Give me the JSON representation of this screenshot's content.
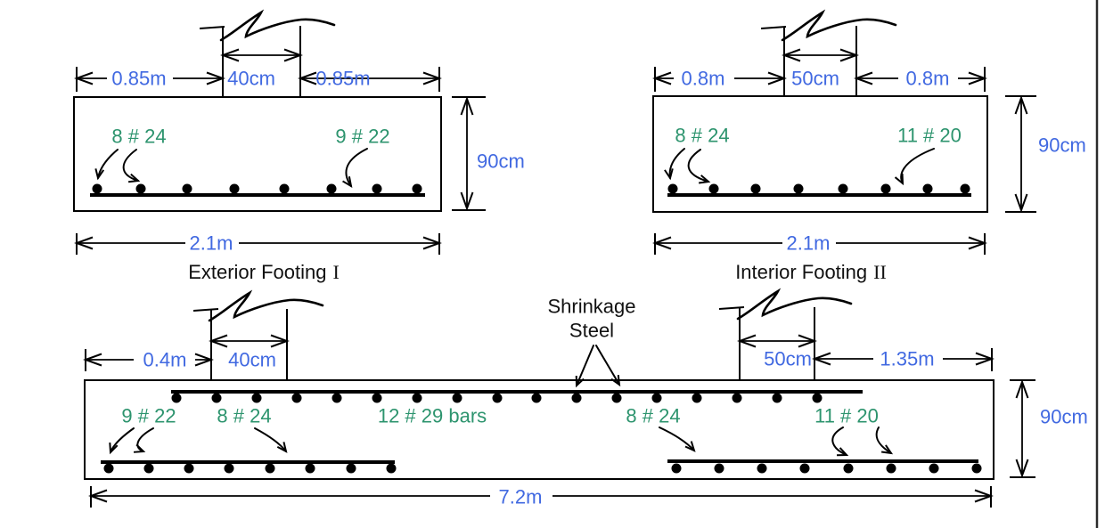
{
  "page": {
    "background": "#ffffff",
    "right_border_color": "#2b2b2b"
  },
  "colors": {
    "dimension_text": "#4169E1",
    "rebar_label_text": "#2D946E",
    "drawing_lines": "#000000"
  },
  "footings": {
    "exterior": {
      "caption": "Exterior Footing",
      "caption_numeral": "I",
      "dim_left": "0.85m",
      "dim_column": "40cm",
      "dim_right": "0.85m",
      "dim_depth": "90cm",
      "dim_width": "2.1m",
      "label_left_bars": "8 # 24",
      "label_right_bars": "9 # 22",
      "rebar_dots_drawn": 8
    },
    "interior": {
      "caption": "Interior Footing",
      "caption_numeral": "II",
      "dim_left": "0.8m",
      "dim_column": "50cm",
      "dim_right": "0.8m",
      "dim_depth": "90cm",
      "dim_width": "2.1m",
      "label_left_bars": "8 # 24",
      "label_right_bars": "11 # 20",
      "rebar_dots_drawn": 8
    },
    "combined": {
      "dim_left_offset": "0.4m",
      "dim_left_column": "40cm",
      "dim_right_column": "50cm",
      "dim_right_offset": "1.35m",
      "dim_depth": "90cm",
      "dim_length": "7.2m",
      "shrinkage_line1": "Shrinkage",
      "shrinkage_line2": "Steel",
      "label_bottom_left_outer": "9 # 22",
      "label_bottom_left_inner": "8 # 24",
      "label_top_bars": "12 # 29 bars",
      "label_bottom_right_inner": "8 # 24",
      "label_bottom_right_outer": "11 # 20",
      "top_rebar_dots_drawn": 17,
      "bottom_left_rebar_dots_drawn": 8,
      "bottom_right_rebar_dots_drawn": 8
    }
  }
}
